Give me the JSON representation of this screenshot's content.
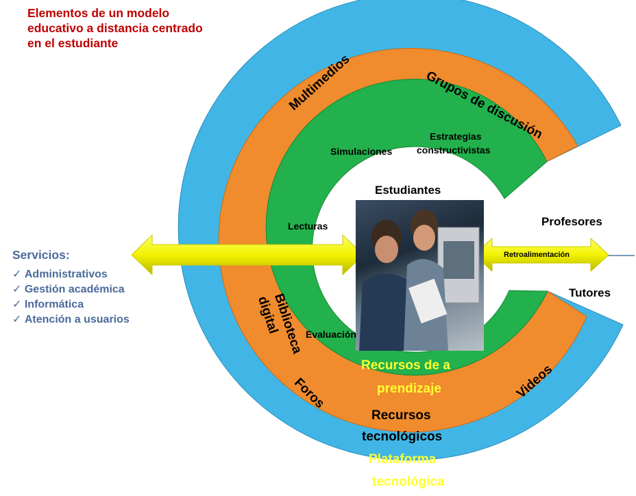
{
  "title": "Elementos de un modelo educativo a distancia centrado en el estudiante",
  "services": {
    "heading": "Servicios:",
    "items": [
      "Administrativos",
      "Gestión académica",
      "Informática",
      "Atención a usuarios"
    ]
  },
  "rings": {
    "outer": {
      "label_line1": "Plataforma",
      "label_line2": "tecnológica",
      "color": "#41b6e6"
    },
    "middle": {
      "label_line1": "Recursos",
      "label_line2": "tecnológicos",
      "color": "#f08c2e",
      "items": [
        "Multimedios",
        "Grupos de discusión",
        "Foros",
        "Videos",
        "Biblioteca",
        "digital"
      ]
    },
    "inner": {
      "label_line1": "Recursos de a",
      "label_line2": "prendizaje",
      "color": "#22b14c",
      "items": [
        "Simulaciones",
        "Estrategias",
        "constructivistas",
        "Lecturas",
        "Evaluación"
      ]
    }
  },
  "center": {
    "label": "Estudiantes"
  },
  "right": {
    "top_label": "Profesores",
    "bottom_label": "Tutores",
    "arrow_label": "Retroalimentación"
  },
  "colors": {
    "title": "#c00000",
    "services": "#4a6a9a",
    "arrow_fill": "#ffff1a",
    "highlight_text": "#ffff33"
  }
}
